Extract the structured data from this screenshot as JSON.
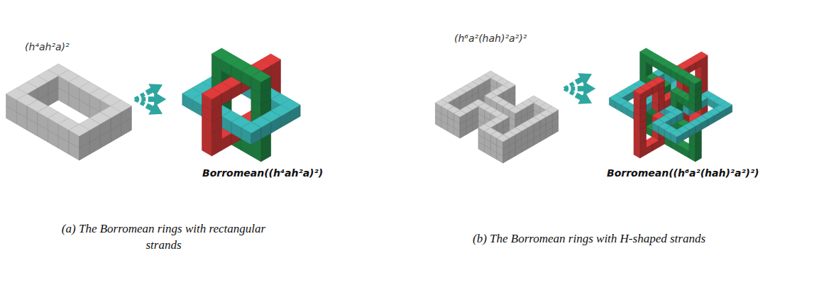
{
  "diagram": {
    "labels": [
      "(h⁴ah²a)²",
      "Borromean((h⁴ah²a)²)",
      "(a) The Borromean rings with rectangular strands",
      "(h⁶a²(hah)²a²)²",
      "Borromean((h⁶a²(hah)²a²)²)",
      "(b) The Borromean rings with H-shaped strands"
    ]
  }
}
